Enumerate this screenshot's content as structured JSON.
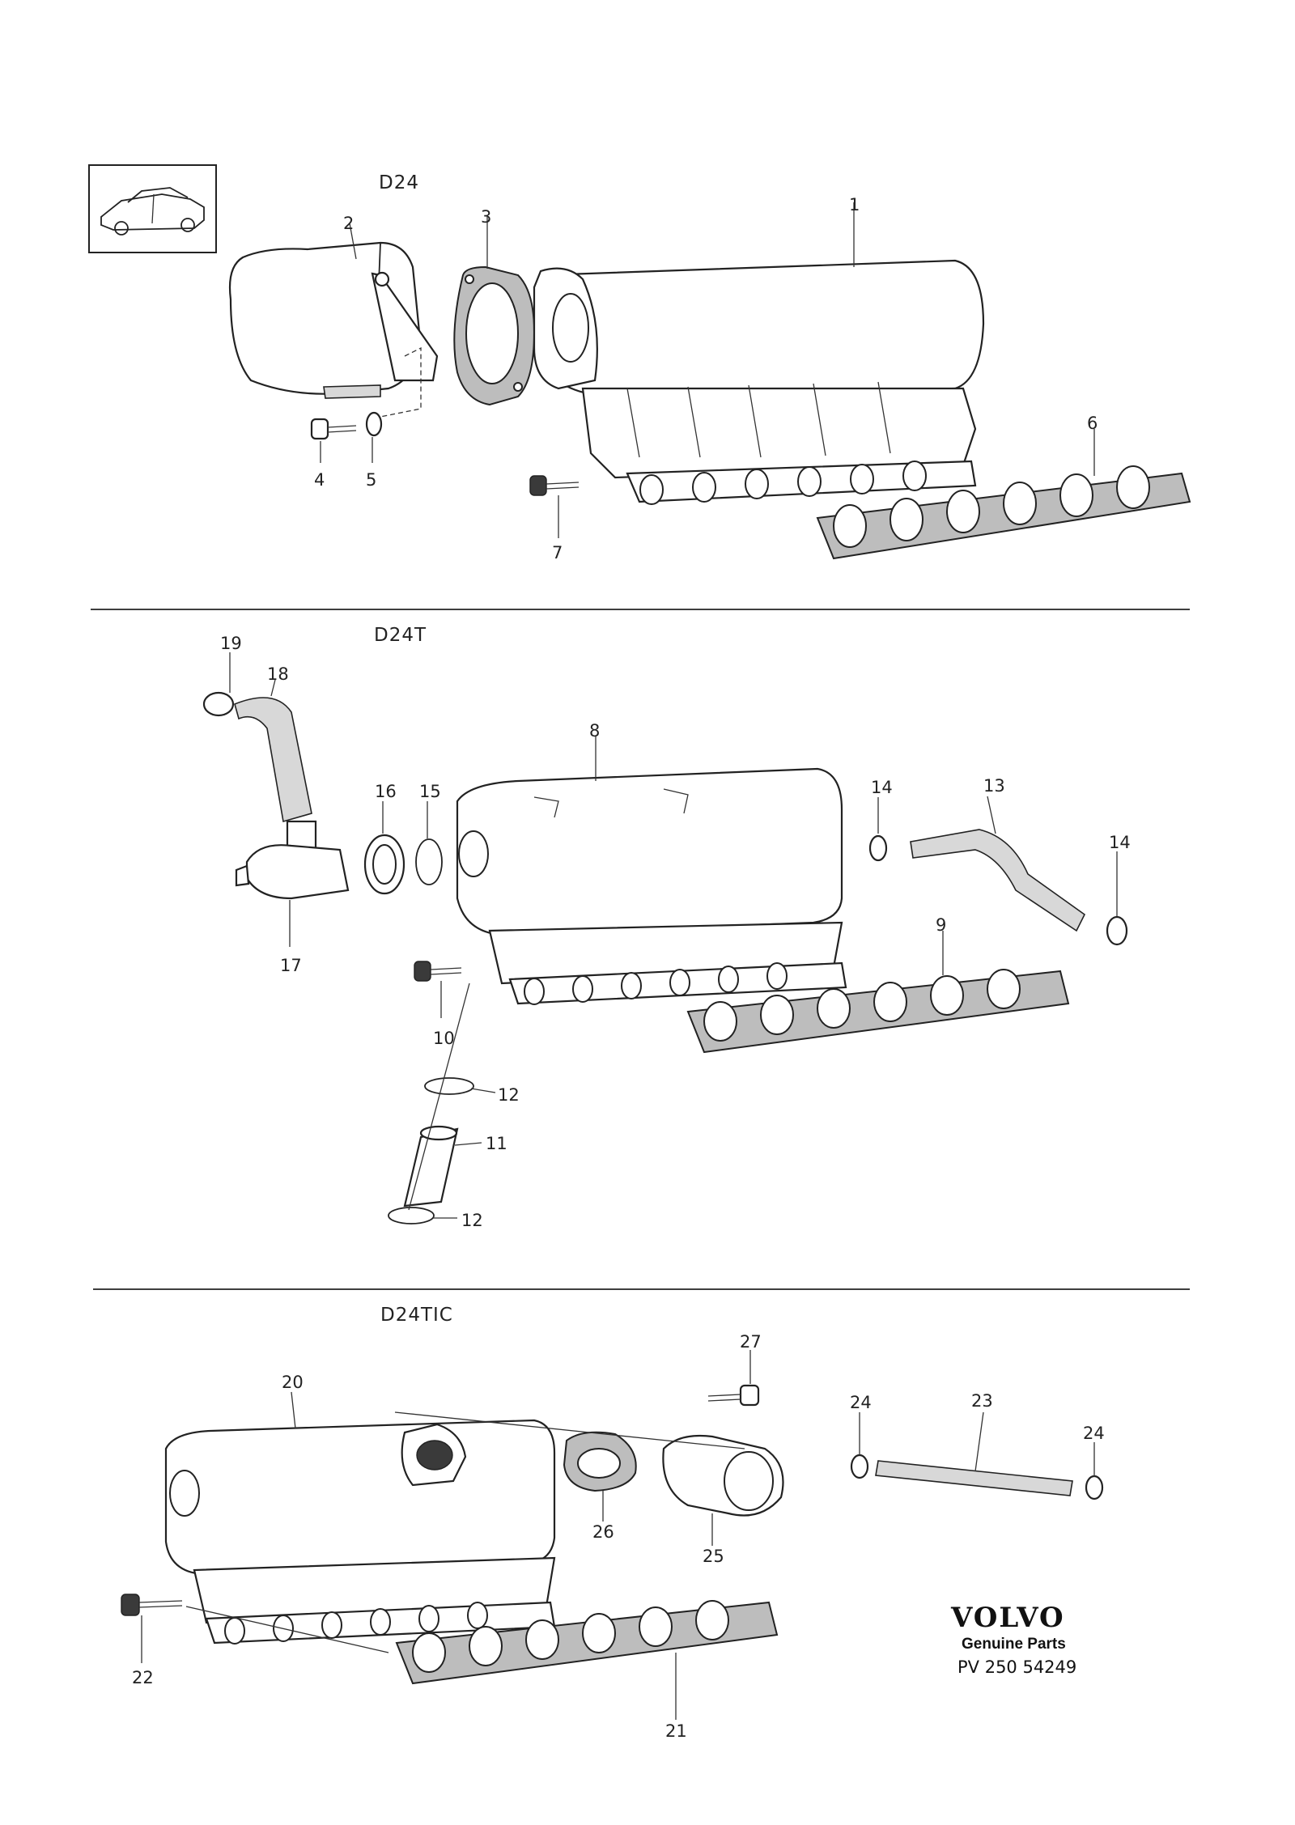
{
  "sections": [
    {
      "id": "d24",
      "label": "D24"
    },
    {
      "id": "d24t",
      "label": "D24T"
    },
    {
      "id": "d24tic",
      "label": "D24TIC"
    }
  ],
  "callouts": {
    "d24": [
      "1",
      "2",
      "3",
      "4",
      "5",
      "6",
      "7"
    ],
    "d24t": [
      "8",
      "9",
      "10",
      "11",
      "12",
      "12",
      "13",
      "14",
      "14",
      "15",
      "16",
      "17",
      "18",
      "19"
    ],
    "d24tic": [
      "20",
      "21",
      "22",
      "23",
      "24",
      "24",
      "25",
      "26",
      "27"
    ]
  },
  "brand": {
    "name": "VOLVO",
    "tagline": "Genuine Parts",
    "code": "PV 250 54249"
  },
  "icons": {
    "car_thumbnail": "car-sedan-icon"
  }
}
